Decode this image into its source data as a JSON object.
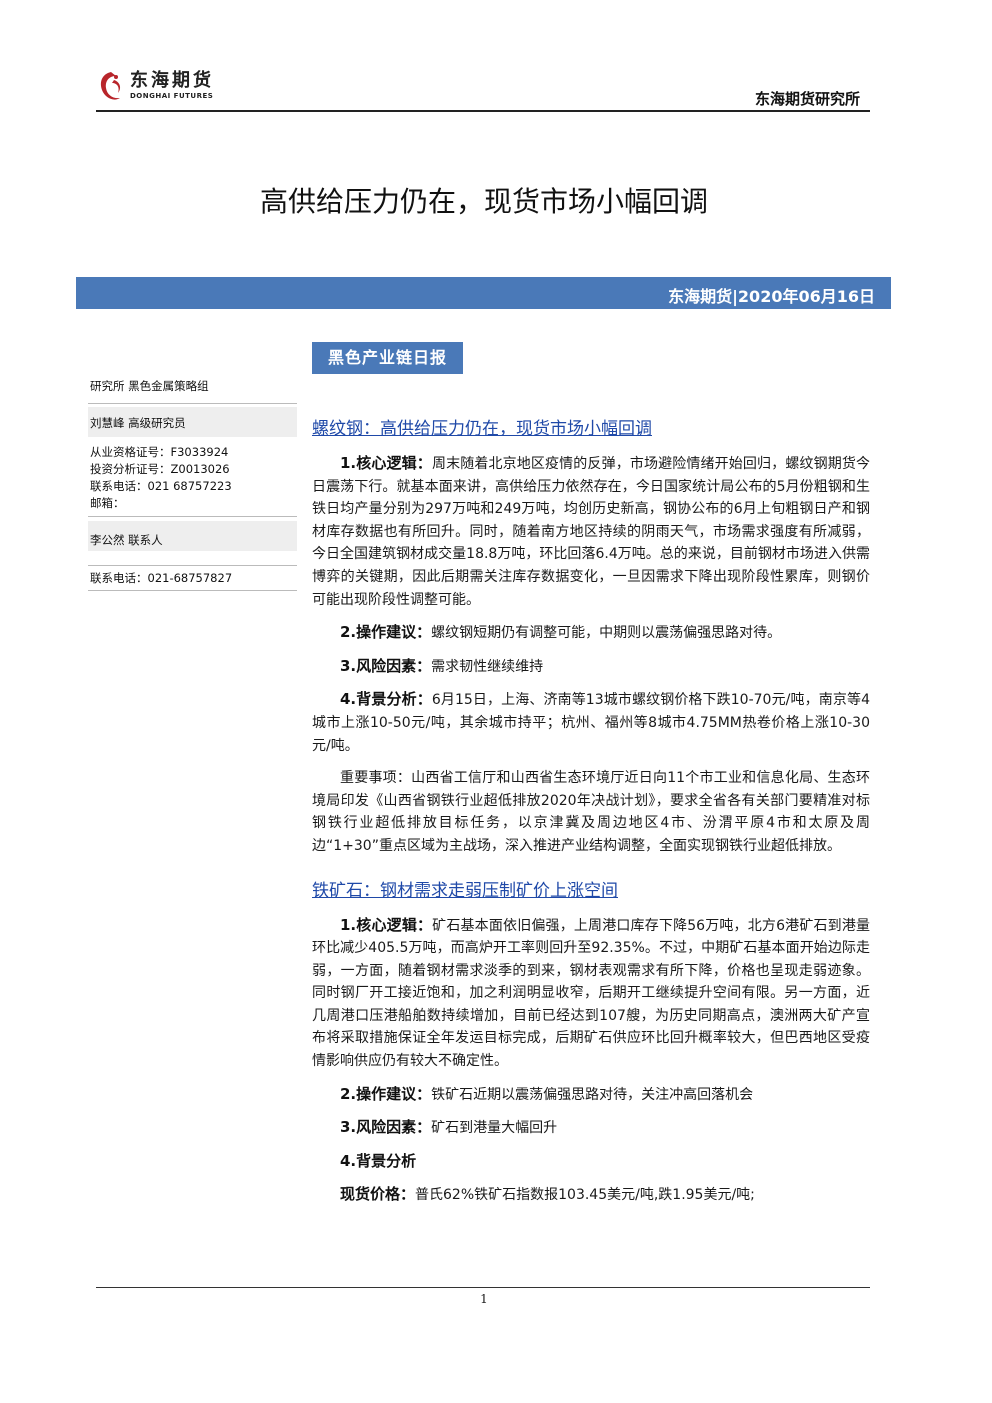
{
  "header": {
    "logo_cn": "东海期货",
    "logo_en": "DONGHAI FUTURES",
    "org": "东海期货研究所"
  },
  "title": "高供给压力仍在，现货市场小幅回调",
  "date_line": "东海期货|2020年06月16日",
  "tag": "黑色产业链日报",
  "sidebar": {
    "dept": "研究所   黑色金属策略组",
    "analyst1": "刘慧峰   高级研究员",
    "cert1": "从业资格证号：F3033924",
    "cert2": "投资分析证号：Z0013026",
    "phone1": "联系电话：021 68757223",
    "email": "邮箱：",
    "analyst2": "李公然   联系人",
    "phone2": "联系电话：021-68757827"
  },
  "sections": {
    "rebar": {
      "title": "螺纹钢：高供给压力仍在，现货市场小幅回调",
      "p1_label": "1.核心逻辑：",
      "p1": "周末随着北京地区疫情的反弹，市场避险情绪开始回归，螺纹钢期货今日震荡下行。就基本面来讲，高供给压力依然存在，今日国家统计局公布的5月份粗钢和生铁日均产量分别为297万吨和249万吨，均创历史新高，钢协公布的6月上旬粗钢日产和钢材库存数据也有所回升。同时，随着南方地区持续的阴雨天气，市场需求强度有所减弱，今日全国建筑钢材成交量18.8万吨，环比回落6.4万吨。总的来说，目前钢材市场进入供需博弈的关键期，因此后期需关注库存数据变化，一旦因需求下降出现阶段性累库，则钢价可能出现阶段性调整可能。",
      "p2_label": "2.操作建议：",
      "p2": "螺纹钢短期仍有调整可能，中期则以震荡偏强思路对待。",
      "p3_label": "3.风险因素：",
      "p3": "需求韧性继续维持",
      "p4_label": "4.背景分析：",
      "p4": "6月15日，上海、济南等13城市螺纹钢价格下跌10-70元/吨，南京等4城市上涨10-50元/吨，其余城市持平；杭州、福州等8城市4.75MM热卷价格上涨10-30元/吨。",
      "p5": "重要事项：山西省工信厅和山西省生态环境厅近日向11个市工业和信息化局、生态环境局印发《山西省钢铁行业超低排放2020年决战计划》，要求全省各有关部门要精准对标钢铁行业超低排放目标任务，以京津冀及周边地区4市、汾渭平原4市和太原及周边“1+30”重点区域为主战场，深入推进产业结构调整，全面实现钢铁行业超低排放。"
    },
    "iron": {
      "title": "铁矿石：钢材需求走弱压制矿价上涨空间",
      "p1_label": "1.核心逻辑：",
      "p1": "矿石基本面依旧偏强，上周港口库存下降56万吨，北方6港矿石到港量环比减少405.5万吨，而高炉开工率则回升至92.35%。不过，中期矿石基本面开始边际走弱，一方面，随着钢材需求淡季的到来，钢材表观需求有所下降，价格也呈现走弱迹象。同时钢厂开工接近饱和，加之利润明显收窄，后期开工继续提升空间有限。另一方面，近几周港口压港船舶数持续增加，目前已经达到107艘，为历史同期高点，澳洲两大矿产宣布将采取措施保证全年发运目标完成，后期矿石供应环比回升概率较大，但巴西地区受疫情影响供应仍有较大不确定性。",
      "p2_label": "2.操作建议：",
      "p2": "铁矿石近期以震荡偏强思路对待，关注冲高回落机会",
      "p3_label": "3.风险因素：",
      "p3": "矿石到港量大幅回升",
      "p4_label": "4.背景分析",
      "p5_label": "现货价格：",
      "p5": "普氏62%铁矿石指数报103.45美元/吨,跌1.95美元/吨;"
    }
  },
  "page_number": "1"
}
